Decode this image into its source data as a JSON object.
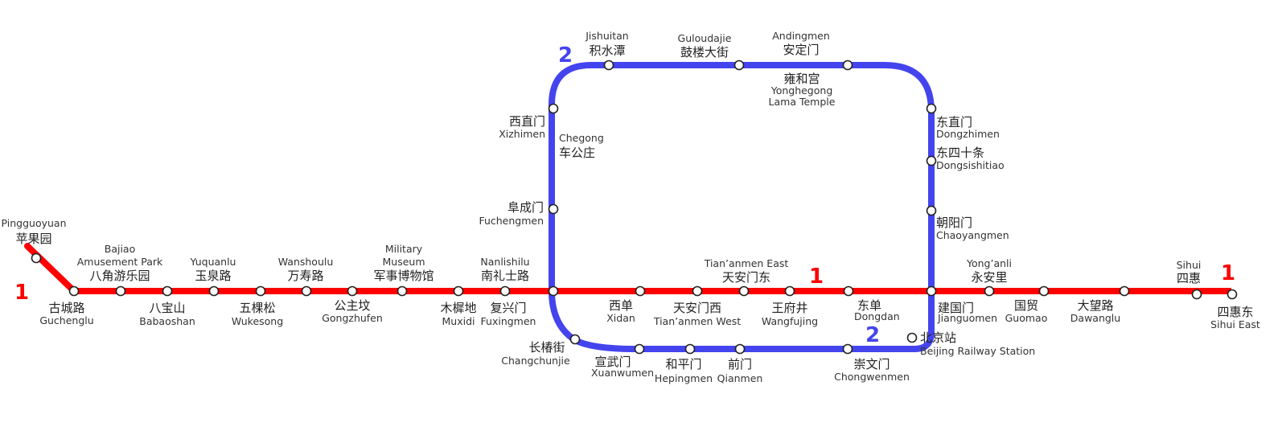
{
  "colors": {
    "line1": "#ff0000",
    "line2": "#4444ee",
    "station_fill": "#ffffff",
    "station_stroke": "#222222",
    "text": "#222222"
  },
  "line_labels": {
    "line1_west": "1",
    "line1_center": "1",
    "line1_east": "1",
    "line2_northwest": "2",
    "line2_south": "2"
  },
  "stations": [
    {
      "id": "pingguoyuan",
      "zh": "苹果园",
      "en": [
        "Pingguoyuan"
      ],
      "lines": [
        "1"
      ]
    },
    {
      "id": "guchenglu",
      "zh": "古城路",
      "en": [
        "Guchenglu"
      ],
      "lines": [
        "1"
      ]
    },
    {
      "id": "bajiao",
      "zh": "八角游乐园",
      "en": [
        "Bajiao",
        "Amusement Park"
      ],
      "lines": [
        "1"
      ]
    },
    {
      "id": "babaoshan",
      "zh": "八宝山",
      "en": [
        "Babaoshan"
      ],
      "lines": [
        "1"
      ]
    },
    {
      "id": "yuquanlu",
      "zh": "玉泉路",
      "en": [
        "Yuquanlu"
      ],
      "lines": [
        "1"
      ]
    },
    {
      "id": "wukesong",
      "zh": "五棵松",
      "en": [
        "Wukesong"
      ],
      "lines": [
        "1"
      ]
    },
    {
      "id": "wanshoulu",
      "zh": "万寿路",
      "en": [
        "Wanshoulu"
      ],
      "lines": [
        "1"
      ]
    },
    {
      "id": "gongzhufen",
      "zh": "公主坟",
      "en": [
        "Gongzhufen"
      ],
      "lines": [
        "1"
      ]
    },
    {
      "id": "military",
      "zh": "军事博物馆",
      "en": [
        "Military",
        "Museum"
      ],
      "lines": [
        "1"
      ]
    },
    {
      "id": "muxidi",
      "zh": "木樨地",
      "en": [
        "Muxidi"
      ],
      "lines": [
        "1"
      ]
    },
    {
      "id": "nanlishilu",
      "zh": "南礼士路",
      "en": [
        "Nanlishilu"
      ],
      "lines": [
        "1"
      ]
    },
    {
      "id": "fuxingmen",
      "zh": "复兴门",
      "en": [
        "Fuxingmen"
      ],
      "lines": [
        "1",
        "2"
      ]
    },
    {
      "id": "xidan",
      "zh": "西单",
      "en": [
        "Xidan"
      ],
      "lines": [
        "1"
      ]
    },
    {
      "id": "tiananmenwest",
      "zh": "天安门西",
      "en": [
        "Tian’anmen West"
      ],
      "lines": [
        "1"
      ]
    },
    {
      "id": "tiananmeneast",
      "zh": "天安门东",
      "en": [
        "Tian’anmen East"
      ],
      "lines": [
        "1"
      ]
    },
    {
      "id": "wangfujing",
      "zh": "王府井",
      "en": [
        "Wangfujing"
      ],
      "lines": [
        "1"
      ]
    },
    {
      "id": "dongdan",
      "zh": "东单",
      "en": [
        "Dongdan"
      ],
      "lines": [
        "1"
      ]
    },
    {
      "id": "jianguomen",
      "zh": "建国门",
      "en": [
        "Jianguomen"
      ],
      "lines": [
        "1",
        "2"
      ]
    },
    {
      "id": "yonganli",
      "zh": "永安里",
      "en": [
        "Yong’anli"
      ],
      "lines": [
        "1"
      ]
    },
    {
      "id": "guomao",
      "zh": "国贸",
      "en": [
        "Guomao"
      ],
      "lines": [
        "1"
      ]
    },
    {
      "id": "dawanglu",
      "zh": "大望路",
      "en": [
        "Dawanglu"
      ],
      "lines": [
        "1"
      ]
    },
    {
      "id": "sihui",
      "zh": "四惠",
      "en": [
        "Sihui"
      ],
      "lines": [
        "1"
      ]
    },
    {
      "id": "sihuieast",
      "zh": "四惠东",
      "en": [
        "Sihui East"
      ],
      "lines": [
        "1"
      ]
    },
    {
      "id": "fuchengmen",
      "zh": "阜成门",
      "en": [
        "Fuchengmen"
      ],
      "lines": [
        "2"
      ]
    },
    {
      "id": "chegong",
      "zh": "车公庄",
      "en": [
        "Chegong"
      ],
      "lines": [
        "2"
      ]
    },
    {
      "id": "xizhimen",
      "zh": "西直门",
      "en": [
        "Xizhimen"
      ],
      "lines": [
        "2"
      ]
    },
    {
      "id": "jishuitan",
      "zh": "积水潭",
      "en": [
        "Jishuitan"
      ],
      "lines": [
        "2"
      ]
    },
    {
      "id": "guloudajie",
      "zh": "鼓楼大街",
      "en": [
        "Guloudajie"
      ],
      "lines": [
        "2"
      ]
    },
    {
      "id": "andingmen",
      "zh": "安定门",
      "en": [
        "Andingmen"
      ],
      "lines": [
        "2"
      ]
    },
    {
      "id": "yonghegong",
      "zh": "雍和宫",
      "en": [
        "Yonghegong",
        "Lama Temple"
      ],
      "lines": [
        "2"
      ]
    },
    {
      "id": "dongzhimen",
      "zh": "东直门",
      "en": [
        "Dongzhimen"
      ],
      "lines": [
        "2"
      ]
    },
    {
      "id": "dongsishitiao",
      "zh": "东四十条",
      "en": [
        "Dongsishitiao"
      ],
      "lines": [
        "2"
      ]
    },
    {
      "id": "chaoyangmen",
      "zh": "朝阳门",
      "en": [
        "Chaoyangmen"
      ],
      "lines": [
        "2"
      ]
    },
    {
      "id": "beijingrailway",
      "zh": "北京站",
      "en": [
        "Beijing Railway Station"
      ],
      "lines": [
        "2"
      ]
    },
    {
      "id": "chongwenmen",
      "zh": "崇文门",
      "en": [
        "Chongwenmen"
      ],
      "lines": [
        "2"
      ]
    },
    {
      "id": "qianmen",
      "zh": "前门",
      "en": [
        "Qianmen"
      ],
      "lines": [
        "2"
      ]
    },
    {
      "id": "hepingmen",
      "zh": "和平门",
      "en": [
        "Hepingmen"
      ],
      "lines": [
        "2"
      ]
    },
    {
      "id": "xuanwumen",
      "zh": "宣武门",
      "en": [
        "Xuanwumen"
      ],
      "lines": [
        "2"
      ]
    },
    {
      "id": "changchunjie",
      "zh": "长椿街",
      "en": [
        "Changchunjie"
      ],
      "lines": [
        "2"
      ]
    }
  ]
}
